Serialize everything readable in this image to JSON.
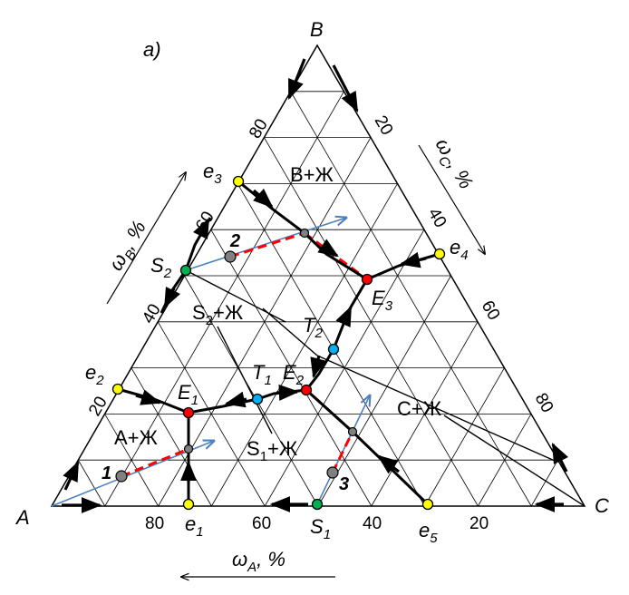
{
  "panel_label": "a)",
  "vertices": {
    "A": "A",
    "B": "B",
    "C": "C"
  },
  "axes": {
    "wA": {
      "symbol": "ω",
      "sub": "A",
      "unit": ", %"
    },
    "wB": {
      "symbol": "ω",
      "sub": "B",
      "unit": ", %"
    },
    "wC": {
      "symbol": "ω",
      "sub": "C",
      "unit": ", %"
    }
  },
  "ticks": {
    "bottom": [
      "80",
      "60",
      "40",
      "20"
    ],
    "left": [
      "20",
      "40",
      "60",
      "80"
    ],
    "right": [
      "20",
      "40",
      "60",
      "80"
    ]
  },
  "phase_fields": {
    "b_liq": "B+Ж",
    "a_liq": "A+Ж",
    "c_liq": "C+Ж",
    "s1_liq": {
      "main": "S",
      "sub": "1",
      "rest": "+Ж"
    },
    "s2_liq": {
      "main": "S",
      "sub": "2",
      "rest": "+Ж"
    }
  },
  "points": {
    "e1": {
      "main": "e",
      "sub": "1",
      "color": "#ffff00"
    },
    "e2": {
      "main": "e",
      "sub": "2",
      "color": "#ffff00"
    },
    "e3": {
      "main": "e",
      "sub": "3",
      "color": "#ffff00"
    },
    "e4": {
      "main": "e",
      "sub": "4",
      "color": "#ffff00"
    },
    "e5": {
      "main": "e",
      "sub": "5",
      "color": "#ffff00"
    },
    "E1": {
      "main": "E",
      "sub": "1",
      "color": "#ff0000"
    },
    "E2": {
      "main": "E",
      "sub": "2",
      "color": "#ff0000"
    },
    "E3": {
      "main": "E",
      "sub": "3",
      "color": "#ff0000"
    },
    "T1": {
      "main": "T",
      "sub": "1",
      "color": "#00b0f0"
    },
    "T2": {
      "main": "T",
      "sub": "2",
      "color": "#00b0f0"
    },
    "S1": {
      "main": "S",
      "sub": "1",
      "color": "#00b050"
    },
    "S2": {
      "main": "S",
      "sub": "2",
      "color": "#00b050"
    }
  },
  "path_labels": {
    "p1": "1",
    "p2": "2",
    "p3": "3"
  },
  "colors": {
    "grid": "#000000",
    "tie": "#4f81bd",
    "crystallization": "#ff0000",
    "gray_point": "#808080"
  }
}
